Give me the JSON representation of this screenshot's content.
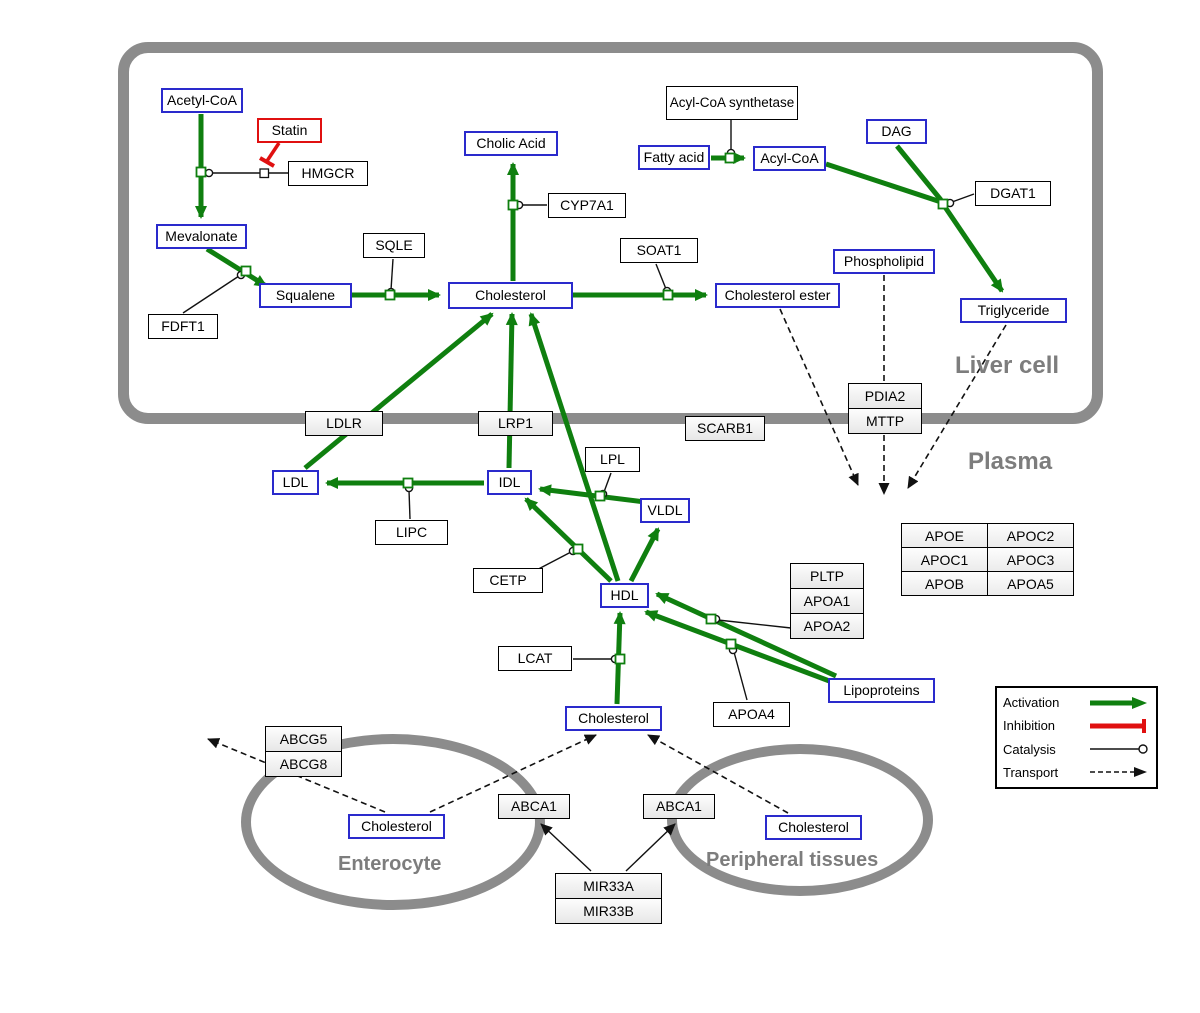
{
  "regions": {
    "liver": {
      "label": "Liver cell"
    },
    "plasma": {
      "label": "Plasma"
    },
    "enterocyte": {
      "label": "Enterocyte"
    },
    "peripheral": {
      "label": "Peripheral tissues"
    }
  },
  "metabolites": {
    "acetyl_coa": "Acetyl-CoA",
    "mevalonate": "Mevalonate",
    "cholic_acid": "Cholic Acid",
    "squalene": "Squalene",
    "cholesterol_liver": "Cholesterol",
    "cholesterol_ester": "Cholesterol ester",
    "fatty_acid": "Fatty acid",
    "acyl_coa": "Acyl-CoA",
    "dag": "DAG",
    "phospholipid": "Phospholipid",
    "triglyceride": "Triglyceride",
    "ldl": "LDL",
    "idl": "IDL",
    "vldl": "VLDL",
    "hdl": "HDL",
    "lipoproteins": "Lipoproteins",
    "cholesterol_plasma": "Cholesterol",
    "cholesterol_enterocyte": "Cholesterol",
    "cholesterol_peripheral": "Cholesterol"
  },
  "genes": {
    "statin": "Statin",
    "hmgcr": "HMGCR",
    "sqle": "SQLE",
    "fdft1": "FDFT1",
    "cyp7a1": "CYP7A1",
    "soat1": "SOAT1",
    "acyl_coa_synthetase": "Acyl-CoA synthetase",
    "dgat1": "DGAT1",
    "ldlr": "LDLR",
    "lrp1": "LRP1",
    "scarb1": "SCARB1",
    "pdia2": "PDIA2",
    "mttp": "MTTP",
    "lpl": "LPL",
    "lipc": "LIPC",
    "cetp": "CETP",
    "pltp": "PLTP",
    "apoa1": "APOA1",
    "apoa2": "APOA2",
    "lcat": "LCAT",
    "apoa4": "APOA4",
    "abcg5": "ABCG5",
    "abcg8": "ABCG8",
    "abca1_enterocyte": "ABCA1",
    "abca1_peripheral": "ABCA1",
    "mir33a": "MIR33A",
    "mir33b": "MIR33B"
  },
  "apo_table": [
    [
      "APOE",
      "APOC2"
    ],
    [
      "APOC1",
      "APOC3"
    ],
    [
      "APOB",
      "APOA5"
    ]
  ],
  "legend": {
    "activation": "Activation",
    "inhibition": "Inhibition",
    "catalysis": "Catalysis",
    "transport": "Transport"
  },
  "interactions": [
    {
      "from": "Acetyl-CoA",
      "to": "Mevalonate",
      "type": "activation",
      "catalyst": "HMGCR",
      "inhibitor": "Statin"
    },
    {
      "from": "Mevalonate",
      "to": "Squalene",
      "type": "activation",
      "catalyst": "FDFT1"
    },
    {
      "from": "Squalene",
      "to": "Cholesterol",
      "type": "activation",
      "catalyst": "SQLE"
    },
    {
      "from": "Cholesterol",
      "to": "Cholic Acid",
      "type": "activation",
      "catalyst": "CYP7A1"
    },
    {
      "from": "Cholesterol",
      "to": "Cholesterol ester",
      "type": "activation",
      "catalyst": "SOAT1"
    },
    {
      "from": "Fatty acid",
      "to": "Acyl-CoA",
      "type": "activation",
      "catalyst": "Acyl-CoA synthetase"
    },
    {
      "from": "Acyl-CoA",
      "to": "Triglyceride",
      "type": "activation",
      "catalyst": "DGAT1"
    },
    {
      "from": "DAG",
      "to": "Triglyceride",
      "type": "activation",
      "catalyst": "DGAT1"
    },
    {
      "from": "LDL",
      "to": "Cholesterol",
      "type": "activation",
      "via": "LDLR"
    },
    {
      "from": "IDL",
      "to": "Cholesterol",
      "type": "activation",
      "via": "LRP1"
    },
    {
      "from": "HDL",
      "to": "Cholesterol",
      "type": "activation",
      "via": "SCARB1"
    },
    {
      "from": "IDL",
      "to": "LDL",
      "type": "activation",
      "catalyst": "LIPC"
    },
    {
      "from": "VLDL",
      "to": "IDL",
      "type": "activation",
      "catalyst": "LPL"
    },
    {
      "from": "HDL",
      "to": "VLDL",
      "type": "activation"
    },
    {
      "from": "HDL",
      "to": "IDL",
      "type": "activation",
      "catalyst": "CETP"
    },
    {
      "from": "Cholesterol (plasma)",
      "to": "HDL",
      "type": "activation",
      "catalyst": "LCAT"
    },
    {
      "from": "Lipoproteins",
      "to": "HDL",
      "type": "activation",
      "catalyst": "PLTP/APOA1/APOA2"
    },
    {
      "from": "Lipoproteins",
      "to": "HDL",
      "type": "activation",
      "catalyst": "APOA4"
    },
    {
      "from": "Cholesterol ester",
      "to": "plasma",
      "type": "transport"
    },
    {
      "from": "Phospholipid",
      "to": "plasma",
      "type": "transport"
    },
    {
      "from": "Triglyceride",
      "to": "plasma",
      "type": "transport"
    },
    {
      "from": "Cholesterol (enterocyte)",
      "to": "outside enterocyte",
      "type": "transport",
      "via": "ABCG5/ABCG8"
    },
    {
      "from": "Cholesterol (enterocyte)",
      "to": "Cholesterol (plasma)",
      "type": "transport",
      "via": "ABCA1"
    },
    {
      "from": "Cholesterol (peripheral)",
      "to": "Cholesterol (plasma)",
      "type": "transport",
      "via": "ABCA1"
    },
    {
      "from": "MIR33A/MIR33B",
      "to": "ABCA1 (enterocyte)",
      "type": "regulation"
    },
    {
      "from": "MIR33A/MIR33B",
      "to": "ABCA1 (peripheral)",
      "type": "regulation"
    }
  ],
  "colors": {
    "activation_green": "#0f7f0f",
    "inhibition_red": "#e01010",
    "metabolite_border_blue": "#2a2acc",
    "membrane_gray": "#8c8c8c"
  }
}
